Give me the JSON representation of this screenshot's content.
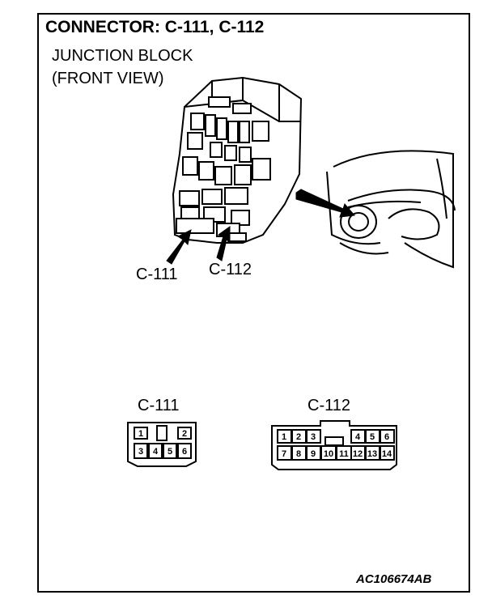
{
  "title": "CONNECTOR: C-111, C-112",
  "subtitle_lines": [
    "JUNCTION BLOCK",
    "(FRONT VIEW)"
  ],
  "callouts": {
    "c111": "C-111",
    "c112": "C-112"
  },
  "connectors": [
    {
      "name": "C-111",
      "top_pins": [
        "1",
        "2"
      ],
      "bottom_pins": [
        "3",
        "4",
        "5",
        "6"
      ]
    },
    {
      "name": "C-112",
      "top_pins": [
        "1",
        "2",
        "3",
        "4",
        "5",
        "6"
      ],
      "bottom_pins": [
        "7",
        "8",
        "9",
        "10",
        "11",
        "12",
        "13",
        "14"
      ]
    }
  ],
  "figure_code": "AC106674AB"
}
